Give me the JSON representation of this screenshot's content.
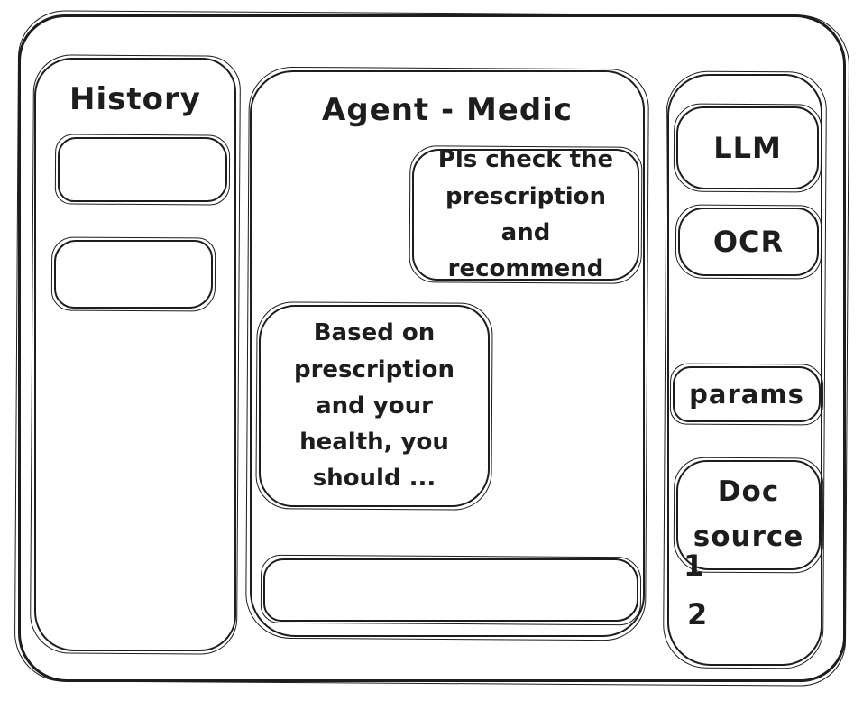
{
  "colors": {
    "background": "#ffffff",
    "stroke": "#1d1d1d"
  },
  "history_panel": {
    "title": "History",
    "items": [
      {
        "label": ""
      },
      {
        "label": ""
      }
    ]
  },
  "chat_panel": {
    "title": "Agent - Medic",
    "messages": [
      {
        "role": "user",
        "text": "Pls check the prescription and recommend"
      },
      {
        "role": "assistant",
        "text": "Based on prescription and your health, you should ..."
      }
    ],
    "input": {
      "value": "",
      "placeholder": ""
    }
  },
  "tools_panel": {
    "llm_button": "LLM",
    "ocr_button": "OCR",
    "params_button": "params",
    "doc_source_button": "Doc source",
    "doc_source_items": [
      "1",
      "2"
    ]
  }
}
